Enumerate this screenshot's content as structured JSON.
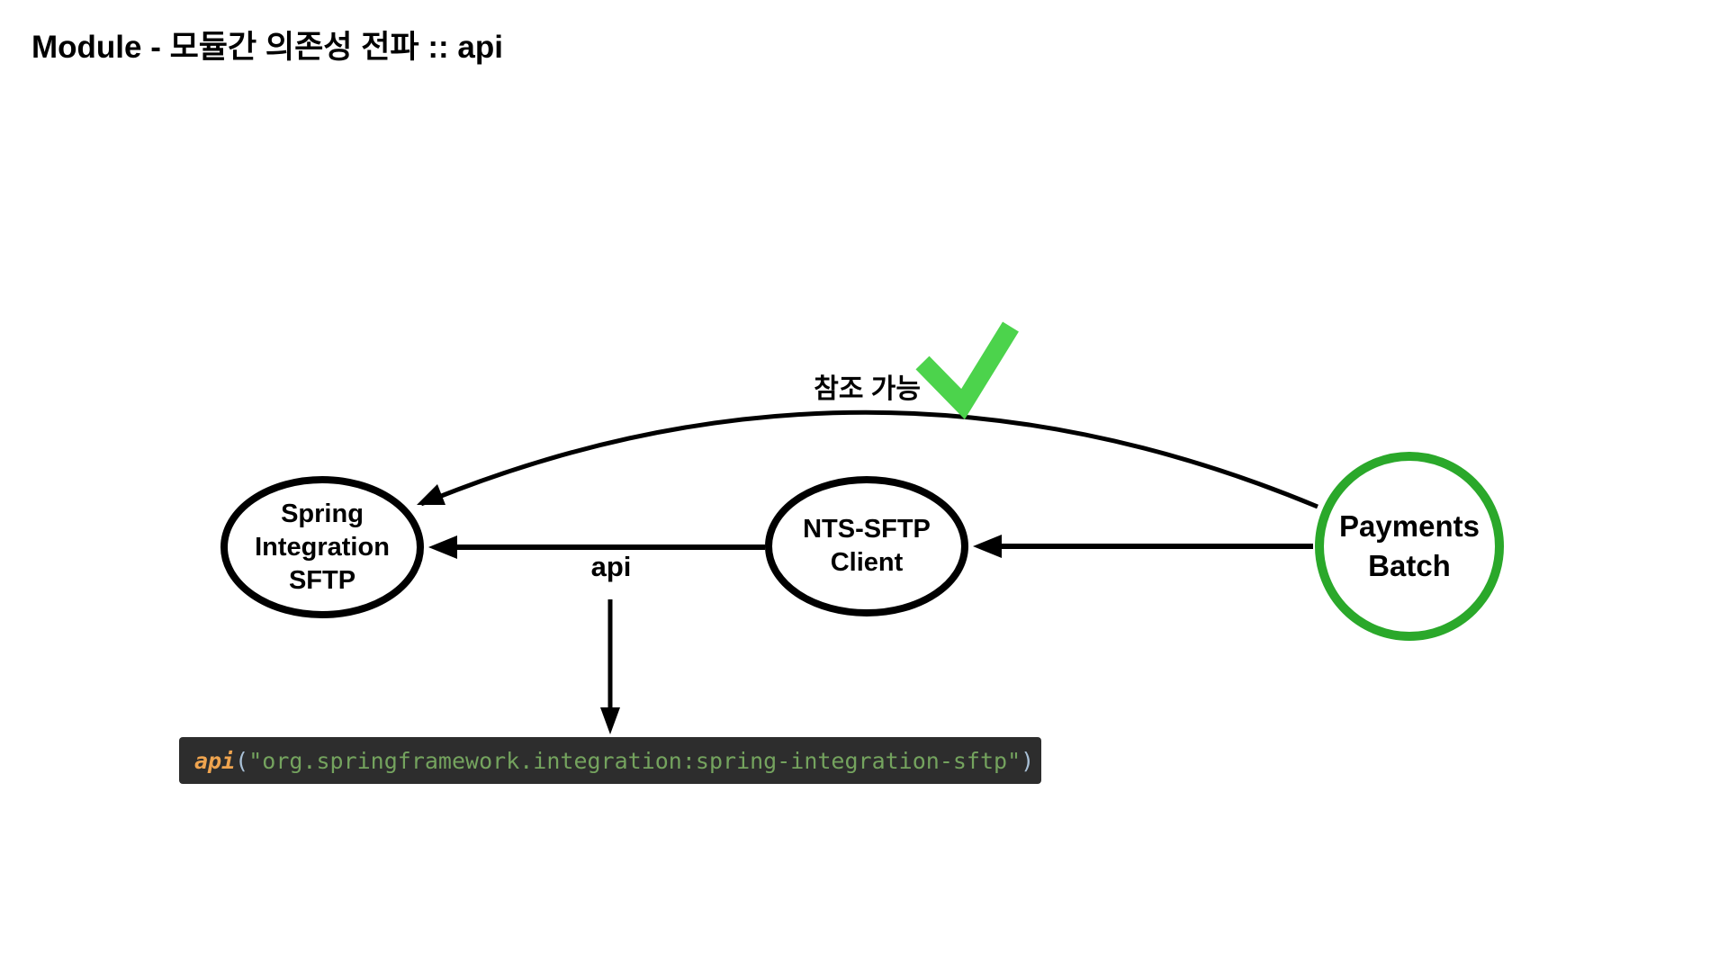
{
  "title": "Module - 모듈간 의존성 전파 :: api",
  "diagram": {
    "nodes": [
      {
        "id": "spring-integration-sftp",
        "label": "Spring\nIntegration\nSFTP",
        "shape": "ellipse",
        "border_color": "#000000"
      },
      {
        "id": "nts-sftp-client",
        "label": "NTS-SFTP\nClient",
        "shape": "ellipse",
        "border_color": "#000000"
      },
      {
        "id": "payments-batch",
        "label": "Payments\nBatch",
        "shape": "circle",
        "border_color": "#2aa82a"
      }
    ],
    "edges": [
      {
        "from": "nts-sftp-client",
        "to": "spring-integration-sftp",
        "label": "api"
      },
      {
        "from": "payments-batch",
        "to": "nts-sftp-client",
        "label": ""
      },
      {
        "from": "payments-batch",
        "to": "spring-integration-sftp",
        "label": "참조 가능",
        "status": "allowed"
      }
    ],
    "annotation": {
      "label": "참조 가능",
      "check_icon": "check-mark"
    },
    "api_edge_label": "api"
  },
  "code": {
    "fn": "api",
    "open": "(",
    "string": "\"org.springframework.integration:spring-integration-sftp\"",
    "close": ")"
  },
  "colors": {
    "ink": "#000000",
    "node_green": "#2aa82a",
    "check_green": "#4cd34c",
    "code_bg": "#2d2d2d",
    "code_fn": "#efa44f",
    "code_paren": "#a9c0d6",
    "code_string": "#74a35e"
  }
}
